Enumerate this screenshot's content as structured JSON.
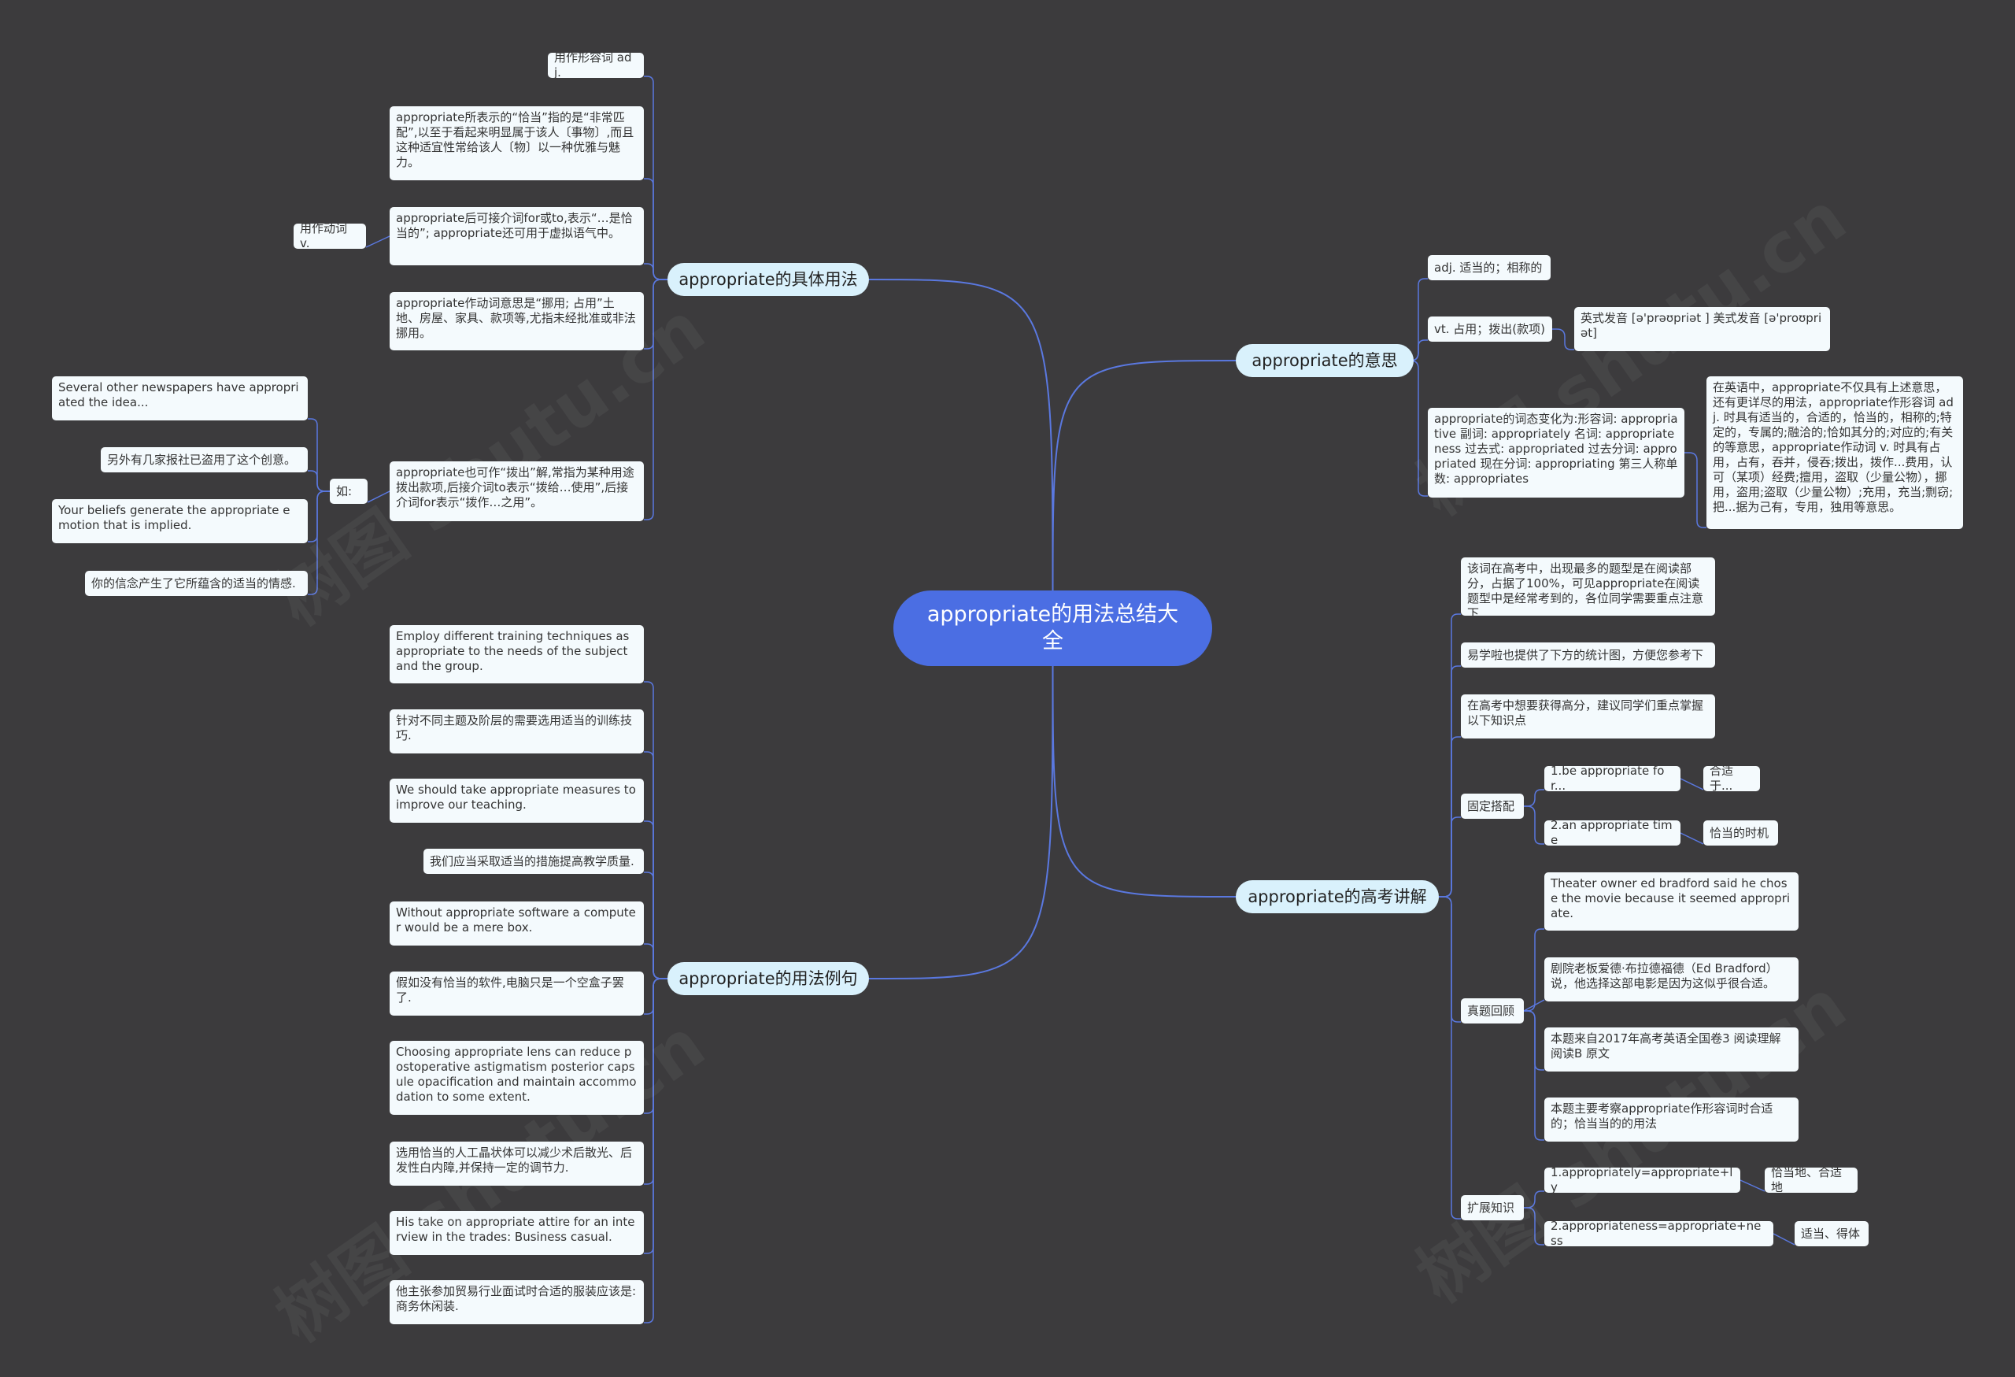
{
  "colors": {
    "background": "#3c3b3d",
    "center_fill": "#4b6ee3",
    "branch_fill": "#d9f1fc",
    "leaf_fill": "#f4fafd",
    "connector": "#5a78e0"
  },
  "center": "appropriate的用法总结大全",
  "branches": {
    "usage": "appropriate的具体用法",
    "meaning": "appropriate的意思",
    "examples": "appropriate的用法例句",
    "gaokao": "appropriate的高考讲解"
  },
  "usage": {
    "adj_label": "用作形容词 adj.",
    "adj_desc": "appropriate所表示的“恰当”指的是“非常匹配”,以至于看起来明显属于该人〔事物〕,而且这种适宜性常给该人〔物〕以一种优雅与魅力。",
    "prep_desc": "appropriate后可接介词for或to,表示“…是恰当的”; appropriate还可用于虚拟语气中。",
    "verb_label": "用作动词 v.",
    "verb_desc": "appropriate作动词意思是“挪用; 占用”土地、房屋、家具、款项等,尤指未经批准或非法挪用。",
    "bochu_desc": "appropriate也可作“拨出”解,常指为某种用途拨出款项,后接介词to表示“拨给…使用”,后接介词for表示“拨作…之用”。",
    "ru_label": "如:",
    "ru_items": [
      "Several other newspapers have appropriated the idea...",
      "另外有几家报社已盗用了这个创意。",
      "Your beliefs generate the appropriate emotion that is implied.",
      "你的信念产生了它所蕴含的适当的情感."
    ]
  },
  "meaning": {
    "adj": "adj. 适当的；相称的",
    "vt": "vt. 占用；拨出(款项)",
    "pronunciation": "英式发音 [ə'prəʊpriət ] 美式发音 [ə'proʊpriət]",
    "forms": "appropriate的词态变化为:形容词: appropriative 副词: appropriately 名词: appropriateness 过去式: appropriated 过去分词: appropriated 现在分词: appropriating 第三人称单数: appropriates",
    "detail": "在英语中，appropriate不仅具有上述意思，还有更详尽的用法，appropriate作形容词 adj. 时具有适当的，合适的，恰当的，相称的;特定的，专属的;融洽的;恰如其分的;对应的;有关的等意思，appropriate作动词 v. 时具有占用，占有，吞并，侵吞;拨出，拨作...费用，认可（某项）经费;擅用，盗取（少量公物），挪用，盗用;盗取（少量公物）;充用，充当;剽窃;把...据为己有，专用，独用等意思。"
  },
  "examples": [
    "Employ different training techniques as appropriate to the needs of the subject and the group.",
    "针对不同主题及阶层的需要选用适当的训练技巧.",
    "We should take appropriate measures to improve our teaching.",
    "我们应当采取适当的措施提高教学质量.",
    "Without appropriate software a computer would be a mere box.",
    "假如没有恰当的软件,电脑只是一个空盒子罢了.",
    "Choosing appropriate lens can reduce postoperative astigmatism posterior capsule opacification and maintain accommodation to some extent.",
    "选用恰当的人工晶状体可以减少术后散光、后发性白内障,并保持一定的调节力.",
    "His take on appropriate attire for an interview in the trades: Business casual.",
    "他主张参加贸易行业面试时合适的服装应该是: 商务休闲装."
  ],
  "gaokao": {
    "intro1": "该词在高考中，出现最多的题型是在阅读部分，占据了100%，可见appropriate在阅读题型中是经常考到的，各位同学需要重点注意下",
    "intro2": "易学啦也提供了下方的统计图，方便您参考下",
    "intro3": "在高考中想要获得高分，建议同学们重点掌握以下知识点",
    "guding_label": "固定搭配",
    "guding": [
      {
        "phrase": "1.be appropriate for...",
        "meaning": "合适于..."
      },
      {
        "phrase": "2.an appropriate time",
        "meaning": "恰当的时机"
      }
    ],
    "zhenti_label": "真题回顾",
    "zhenti": [
      "Theater owner ed bradford said he chose the movie because it seemed appropriate.",
      "剧院老板爱德·布拉德福德（Ed Bradford）说，他选择这部电影是因为这似乎很合适。",
      "本题来自2017年高考英语全国卷3 阅读理解 阅读B 原文",
      "本题主要考察appropriate作形容词时合适的；恰当当的的用法"
    ],
    "kuozhan_label": "扩展知识",
    "kuozhan": [
      {
        "phrase": "1.appropriately=appropriate+ly",
        "meaning": "恰当地、合适地"
      },
      {
        "phrase": "2.appropriateness=appropriate+ness",
        "meaning": "适当、得体"
      }
    ]
  },
  "watermark": "树图 shutu.cn"
}
